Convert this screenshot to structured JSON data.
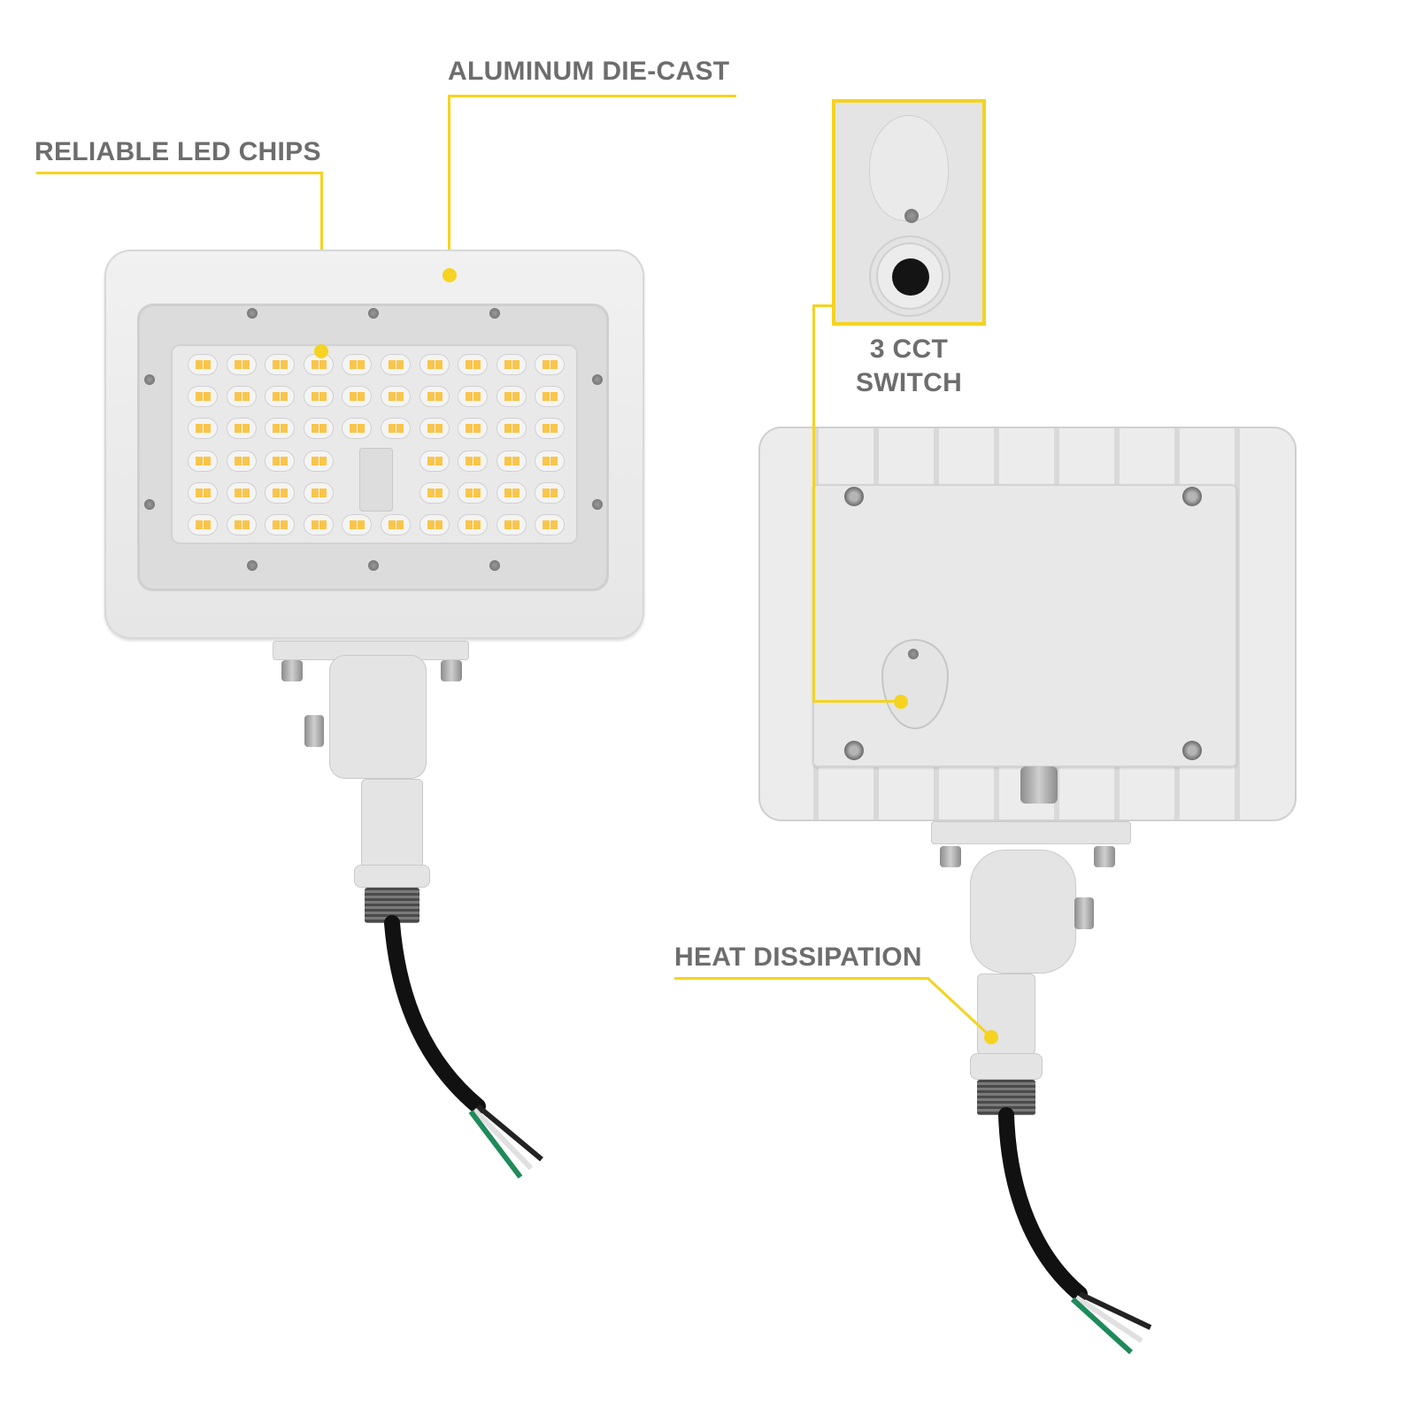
{
  "callouts": {
    "aluminum": {
      "label": "ALUMINUM DIE-CAST"
    },
    "led_chips": {
      "label": "RELIABLE LED CHIPS"
    },
    "cct_switch": {
      "line1": "3 CCT",
      "line2": "SWITCH"
    },
    "heat": {
      "label": "HEAT DISSIPATION"
    }
  },
  "colors": {
    "accent": "#f5d320",
    "label_text": "#6d6d6d",
    "led_chip": "#f9c54a",
    "housing": "#e8e8e8"
  },
  "led_array": {
    "rows": 6,
    "columns": 10,
    "center_gap": "sensor window in rows 4-5, columns 5-6"
  },
  "wires": [
    "black",
    "white",
    "green"
  ]
}
